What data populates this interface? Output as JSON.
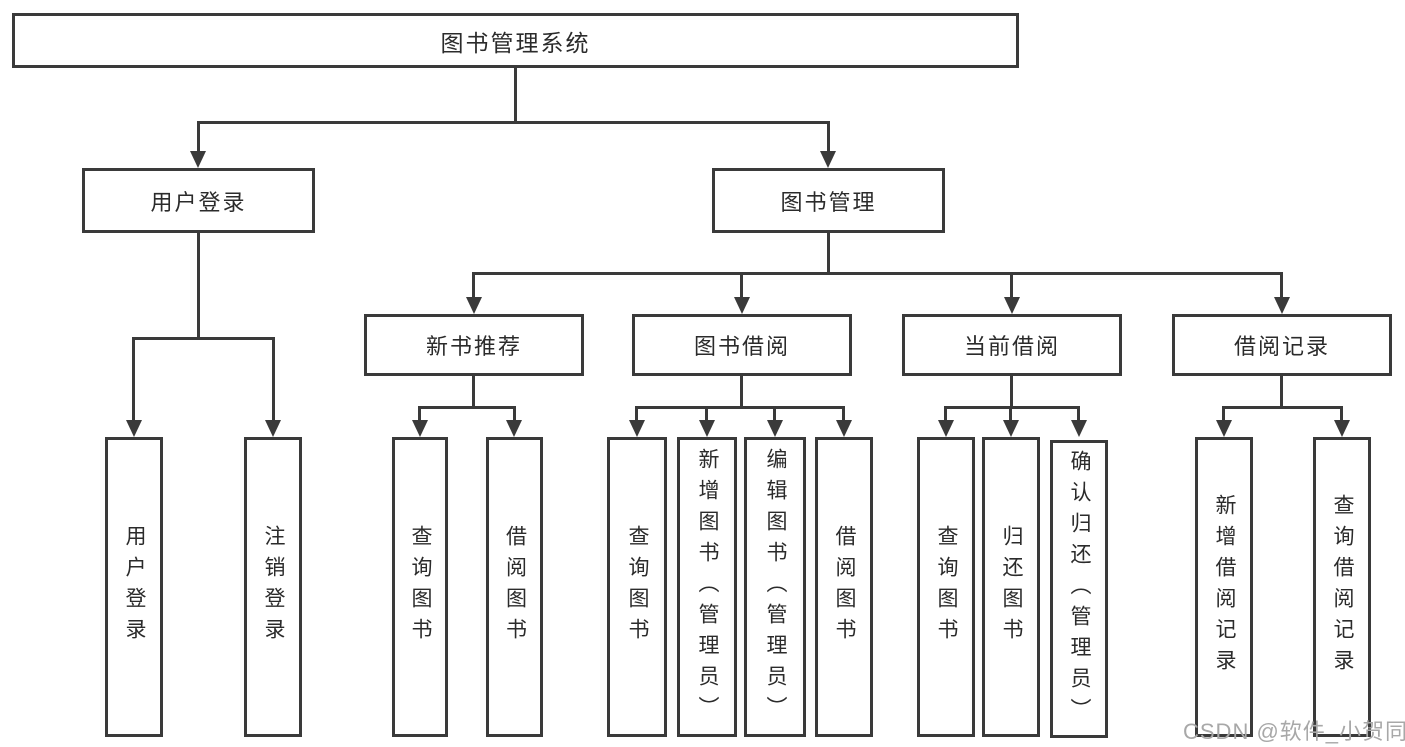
{
  "diagram": {
    "root": {
      "label": "图书管理系统"
    },
    "level2": {
      "user_login": {
        "label": "用户登录"
      },
      "book_management": {
        "label": "图书管理"
      }
    },
    "level3": {
      "new_book_recommend": {
        "label": "新书推荐"
      },
      "book_borrow": {
        "label": "图书借阅"
      },
      "current_borrow": {
        "label": "当前借阅"
      },
      "borrow_records": {
        "label": "借阅记录"
      }
    },
    "leaves": {
      "user_login": [
        {
          "label": "用户登录"
        },
        {
          "label": "注销登录"
        }
      ],
      "new_book_recommend": [
        {
          "label": "查询图书"
        },
        {
          "label": "借阅图书"
        }
      ],
      "book_borrow": [
        {
          "label": "查询图书"
        },
        {
          "label": "新增图书（管理员）"
        },
        {
          "label": "编辑图书（管理员）"
        },
        {
          "label": "借阅图书"
        }
      ],
      "current_borrow": [
        {
          "label": "查询图书"
        },
        {
          "label": "归还图书"
        },
        {
          "label": "确认归还（管理员）"
        }
      ],
      "borrow_records": [
        {
          "label": "新增借阅记录"
        },
        {
          "label": "查询借阅记录"
        }
      ]
    }
  },
  "watermark": {
    "text": "CSDN @软件_小贺同学"
  },
  "colors": {
    "line": "#3a3a3a",
    "text": "#2b2b2b",
    "background": "#ffffff",
    "watermark": "#a8a8a8"
  }
}
